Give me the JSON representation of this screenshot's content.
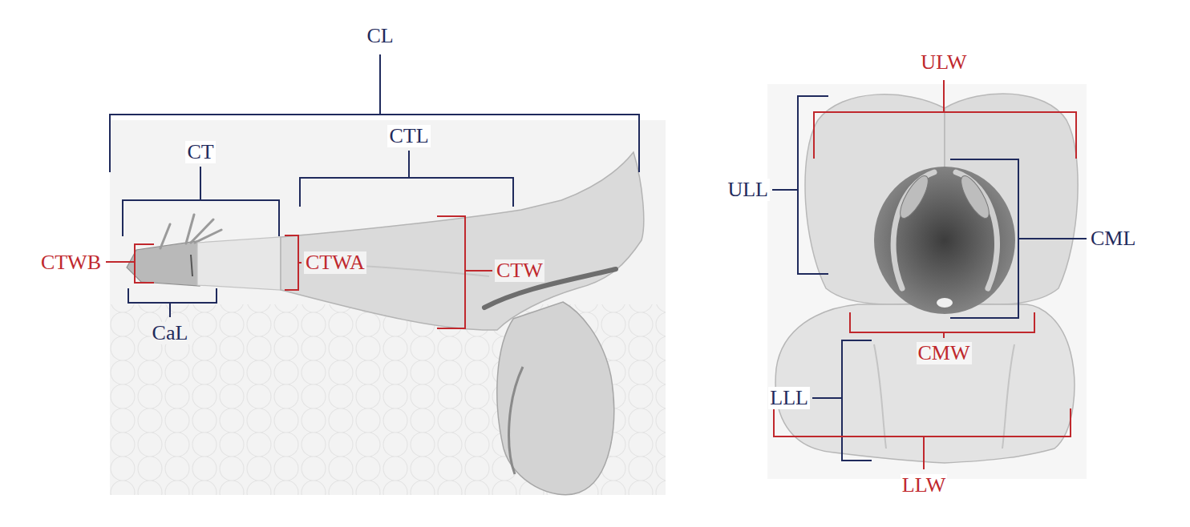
{
  "diagram": {
    "labels": [
      "CL",
      "CT",
      "CTL",
      "CTWB",
      "CTWA",
      "CTW",
      "CaL",
      "ULW",
      "ULL",
      "CML",
      "CMW",
      "LLL",
      "LLW"
    ]
  }
}
